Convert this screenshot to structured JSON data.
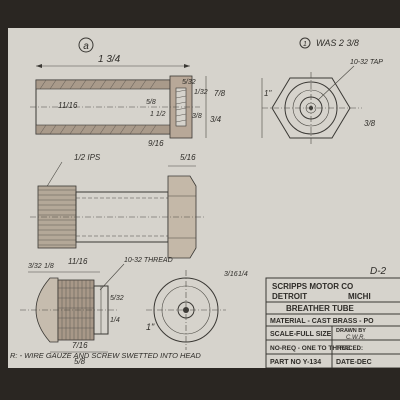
{
  "view_label": "a",
  "revision_note": "WAS 2 3/8",
  "revision_number": "1",
  "top_view": {
    "overall_length": "1 3/4",
    "dim_left": "11/16",
    "dim_right_a": "5/8",
    "dim_right_b": "1 1/2",
    "dim_small_a": "5/32",
    "dim_small_b": "1/32",
    "dim_small_c": "3/8",
    "dim_chamfer": "9/16",
    "dim_head": "7/8",
    "dim_head_dia": "3/4"
  },
  "end_view": {
    "tap_label": "10-32 TAP",
    "dim_flats": "1\"",
    "dim_offset": "3/8"
  },
  "middle_view": {
    "thread_label": "1/2 IPS",
    "dim_head_len": "5/16"
  },
  "bottom_view": {
    "dim_a": "3/32",
    "dim_b": "1/8",
    "dim_c": "11/16",
    "thread_label": "10-32 THREAD",
    "dim_d": "5/32",
    "dim_e": "1/4",
    "dim_f": "7/16",
    "dim_g": "5/8",
    "dim_h": "3/16",
    "dim_i": "1/4",
    "dim_j": "1\""
  },
  "note": "R: - WIRE GAUZE AND SCREW SWETTED INTO HEAD",
  "title_block": {
    "drawing_number": "D-2",
    "company": "SCRIPPS MOTOR CO",
    "location_left": "DETROIT",
    "location_right": "MICHI",
    "part_name": "BREATHER TUBE",
    "material": "MATERIAL - CAST BRASS - PO",
    "scale": "SCALE-FULL SIZE",
    "drawn_by_label": "DRAWN BY",
    "drawn_by": "C.W.R.",
    "no_req": "NO-REQ - ONE TO THREE",
    "traced_label": "TRACED:",
    "part_no": "PART NO Y-134",
    "date": "DATE-DEC"
  }
}
